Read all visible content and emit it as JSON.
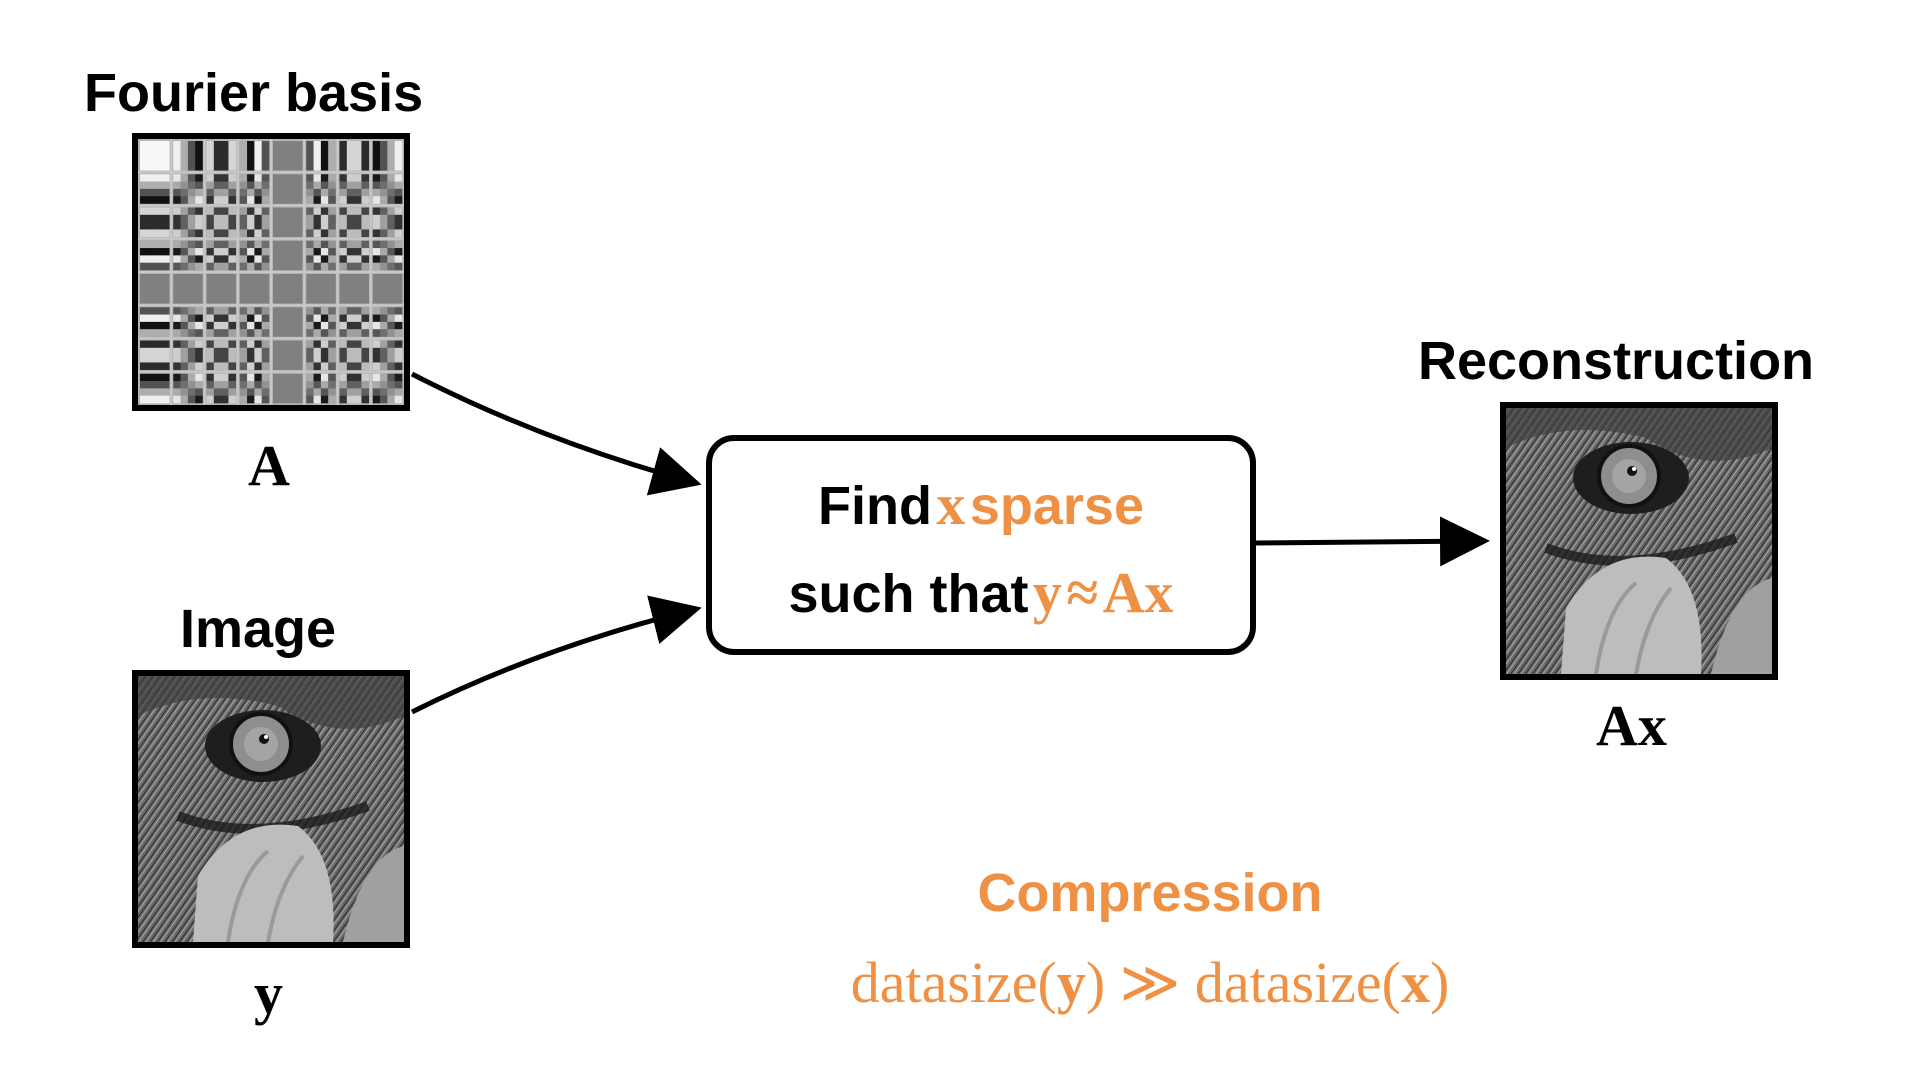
{
  "fourier": {
    "title": "Fourier basis",
    "symbol": "A"
  },
  "image": {
    "title": "Image",
    "symbol": "y"
  },
  "process": {
    "line1_word": "Find",
    "line1_var": "x",
    "line1_word2": "sparse",
    "line2_words": "such that",
    "line2_y": "y",
    "line2_approx": "≈",
    "line2_ax": "Ax"
  },
  "reconstruction": {
    "title": "Reconstruction",
    "symbol": "Ax"
  },
  "compression": {
    "title": "Compression",
    "formula_lhs": "datasize(",
    "formula_lhs_var": "y",
    "formula_mid": ") ≫ datasize(",
    "formula_rhs_var": "x",
    "formula_end": ")"
  },
  "colors": {
    "accent": "#ef9145",
    "ink": "#000000"
  }
}
